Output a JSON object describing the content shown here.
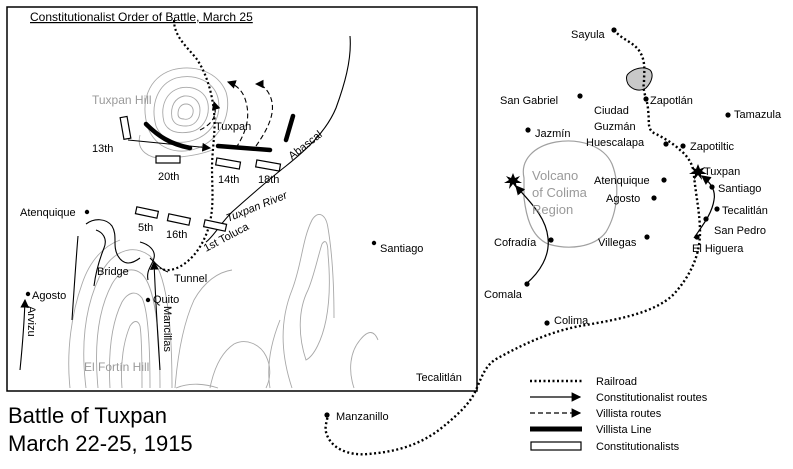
{
  "inset": {
    "title": "Constitutionalist Order of Battle, March 25",
    "labels": {
      "tuxpan_hill": "Tuxpan Hill",
      "tuxpan": "Tuxpan",
      "abascal": "Abascal",
      "u13th": "13th",
      "u20th": "20th",
      "u14th": "14th",
      "u18th": "18th",
      "u5th": "5th",
      "u16th": "16th",
      "u1st_toluca": "1st Toluca",
      "tuxpan_river": "Tuxpan River",
      "atenquique": "Atenquique",
      "bridge": "Bridge",
      "tunnel": "Tunnel",
      "quito": "Quito",
      "agosto": "Agosto",
      "arvizu": "Arvizu",
      "mancillas": "Mancillas",
      "el_fortin_hill": "El Fortín Hill",
      "santiago": "Santiago",
      "tecalitlan": "Tecalitlán"
    }
  },
  "main_map": {
    "labels": {
      "sayula": "Sayula",
      "san_gabriel": "San Gabriel",
      "zapotlan": "Zapotlán",
      "tamazula": "Tamazula",
      "jazmin": "Jazmín",
      "ciudad_guzman_1": "Ciudad",
      "ciudad_guzman_2": "Guzmán",
      "huescalapa": "Huescalapa",
      "zapotiltic": "Zapotiltic",
      "volcano_1": "Volcano",
      "volcano_2": "of Colima",
      "volcano_3": "Region",
      "atenquique": "Atenquique",
      "agosto": "Agosto",
      "tuxpan": "Tuxpan",
      "santiago": "Santiago",
      "tecalitlan": "Tecalitlán",
      "san_pedro": "San Pedro",
      "el_higuera": "El Higuera",
      "cofradia": "Cofradía",
      "villegas": "Villegas",
      "comala": "Comala",
      "colima": "Colima",
      "manzanillo": "Manzanillo"
    }
  },
  "legend": {
    "railroad": "Railroad",
    "constitutionalist_routes": "Constitutionalist routes",
    "villista_routes": "Villista routes",
    "villista_line": "Villista Line",
    "constitutionalists": "Constitutionalists"
  },
  "title": {
    "line1": "Battle of Tuxpan",
    "line2": "March 22-25, 1915"
  },
  "colors": {
    "terrain_contour": "#a8a8a8",
    "volcano_outline": "#a0a0a0",
    "lake_fill": "#c8c8c8",
    "lines": "#000000"
  }
}
